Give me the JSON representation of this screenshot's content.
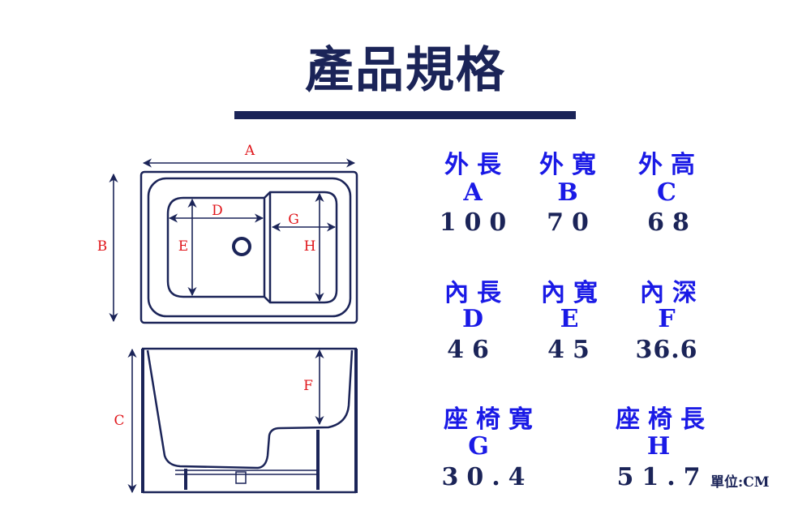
{
  "title": "產品規格",
  "diagram": {
    "labels": {
      "A": "A",
      "B": "B",
      "C": "C",
      "D": "D",
      "E": "E",
      "F": "F",
      "G": "G",
      "H": "H"
    }
  },
  "specs": [
    {
      "name": "外長",
      "letter": "A",
      "value": "100"
    },
    {
      "name": "外寬",
      "letter": "B",
      "value": "70"
    },
    {
      "name": "外高",
      "letter": "C",
      "value": "68"
    },
    {
      "name": "內長",
      "letter": "D",
      "value": "46"
    },
    {
      "name": "內寬",
      "letter": "E",
      "value": "45"
    },
    {
      "name": "內深",
      "letter": "F",
      "value": "36.6"
    },
    {
      "name": "座椅寬",
      "letter": "G",
      "value": "30.4"
    },
    {
      "name": "座椅長",
      "letter": "H",
      "value": "51.7"
    }
  ],
  "unit": "單位:CM",
  "colors": {
    "navy": "#1b2458",
    "blue": "#1a1ae6",
    "red": "#e0161b"
  }
}
